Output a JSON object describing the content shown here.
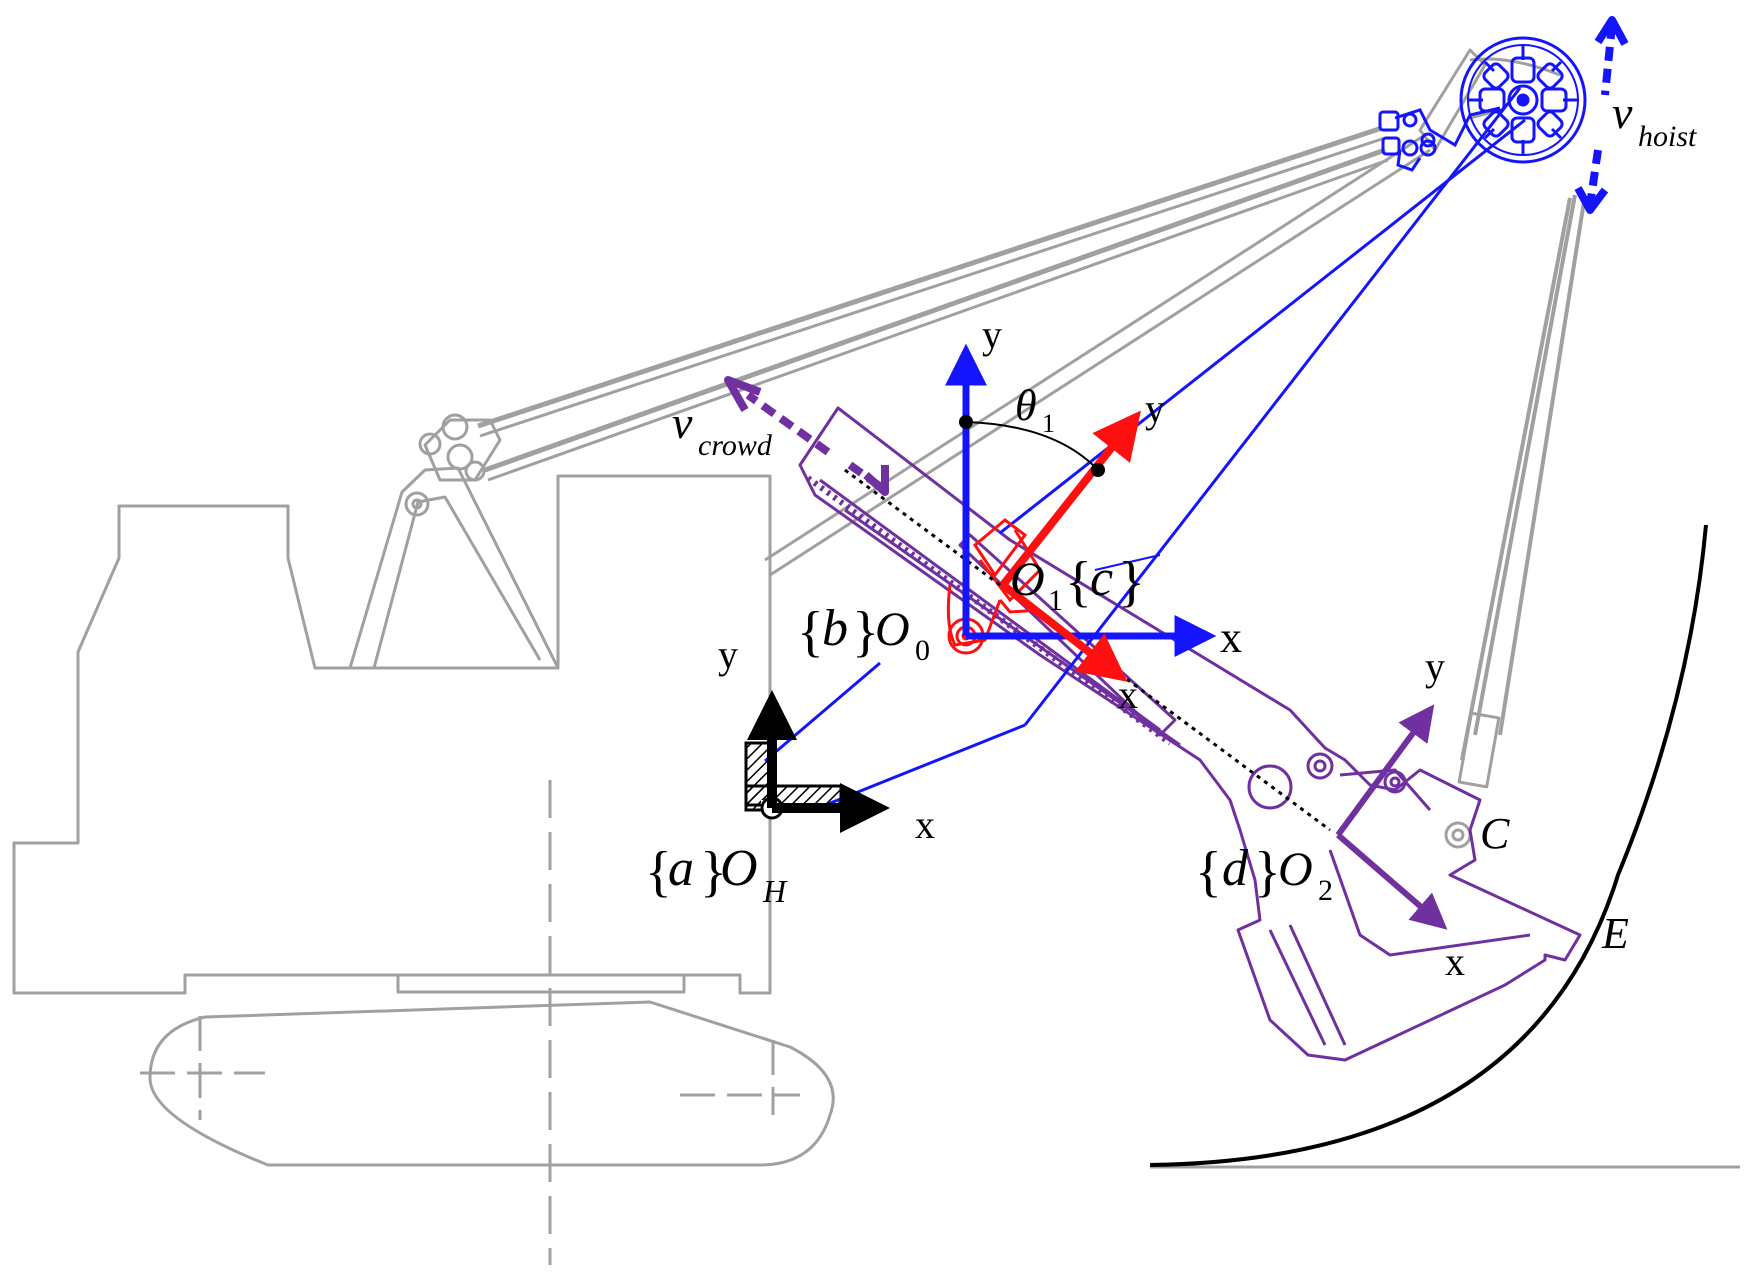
{
  "colors": {
    "machine": "#a0a0a0",
    "blue": "#1414ff",
    "red": "#ff1010",
    "purple": "#7030a0",
    "black": "#000000"
  },
  "labels": {
    "frame_a": {
      "brace_open": "{",
      "letter": "a",
      "brace_close": "}",
      "origin": "O",
      "origin_sub": "H"
    },
    "frame_b": {
      "brace_open": "{",
      "letter": "b",
      "brace_close": "}",
      "origin": "O",
      "origin_sub": "0"
    },
    "frame_c": {
      "origin": "O",
      "origin_sub": "1",
      "brace_open": "{",
      "letter": "c",
      "brace_close": "}"
    },
    "frame_d": {
      "brace_open": "{",
      "letter": "d",
      "brace_close": "}",
      "origin": "O",
      "origin_sub": "2"
    },
    "axis_x": "x",
    "axis_y": "y",
    "theta": "θ",
    "theta_sub": "1",
    "v": "v",
    "crowd_sub": "crowd",
    "hoist_sub": "hoist",
    "point_c": "C",
    "point_e": "E"
  }
}
